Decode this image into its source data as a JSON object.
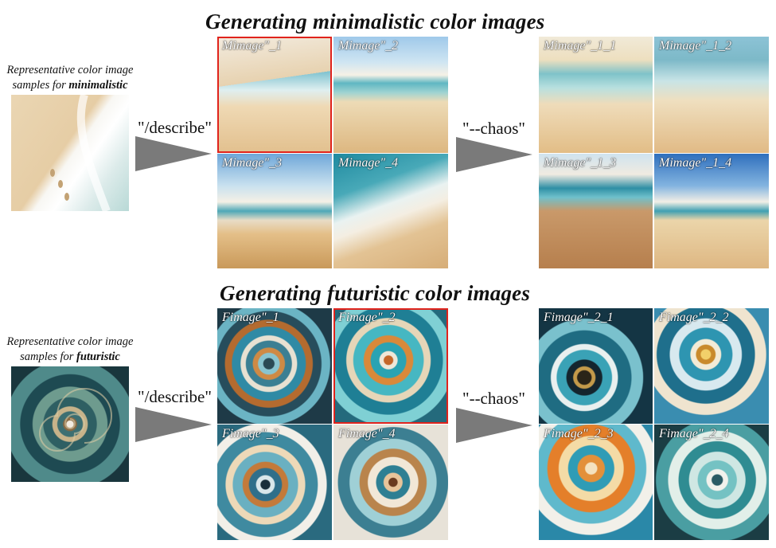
{
  "sections": [
    {
      "title": "Generating minimalistic color images",
      "caption_prefix": "Representative color image",
      "caption_mid": "samples for ",
      "caption_bold": "minimalistic",
      "arrow1_label": "\"/describe\"",
      "arrow2_label": "\"--chaos\"",
      "grid1": [
        "Mimage\"_1",
        "Mimage\"_2",
        "Mimage\"_3",
        "Mimage\"_4"
      ],
      "grid2": [
        "Mimage\"_1_1",
        "Mimage\"_1_2",
        "Mimage\"_1_3",
        "Mimage\"_1_4"
      ],
      "selected_index": 0
    },
    {
      "title": "Generating futuristic color images",
      "caption_prefix": "Representative color image",
      "caption_mid": "samples for ",
      "caption_bold": "futuristic",
      "arrow1_label": "\"/describe\"",
      "arrow2_label": "\"--chaos\"",
      "grid1": [
        "Fimage\"_1",
        "Fimage\"_2",
        "Fimage\"_3",
        "Fimage\"_4"
      ],
      "grid2": [
        "Fimage\"_2_1",
        "Fimage\"_2_2",
        "Fimage\"_2_3",
        "Fimage\"_2_4"
      ],
      "selected_index": 1
    }
  ],
  "colors": {
    "selection_border": "#e0231c",
    "arrow_fill": "#7a7a7a",
    "label_text": "#ffffff"
  }
}
